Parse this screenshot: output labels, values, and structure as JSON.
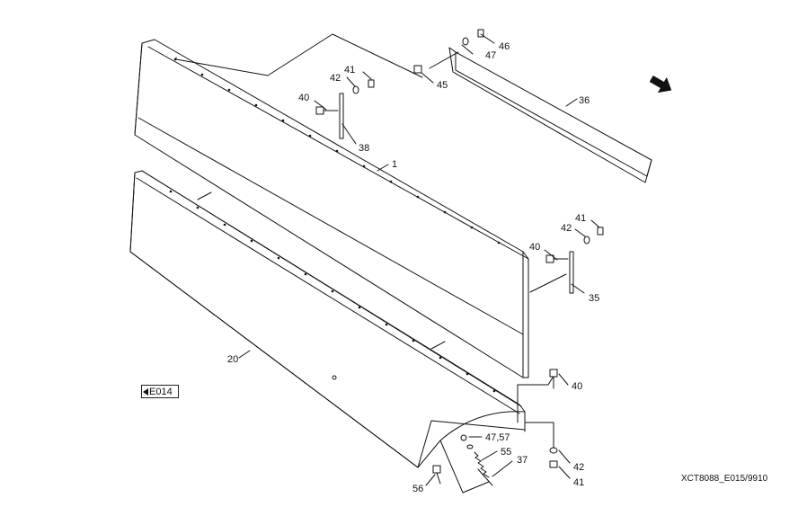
{
  "diagram": {
    "callouts": {
      "c1": "1",
      "c20": "20",
      "c35": "35",
      "c36": "36",
      "c37": "37",
      "c38": "38",
      "c40a": "40",
      "c40b": "40",
      "c40c": "40",
      "c41a": "41",
      "c41b": "41",
      "c41c": "41",
      "c42a": "42",
      "c42b": "42",
      "c42c": "42",
      "c45": "45",
      "c46": "46",
      "c47": "47",
      "c4757": "47,57",
      "c55": "55",
      "c56": "56"
    },
    "reference_box": "E014",
    "drawing_code": "XCT8088_E015/9910",
    "icons": {
      "reference_arrow": "left-triangle-arrow-icon",
      "direction_arrow": "direction-arrow-icon"
    },
    "line_color": "#111111",
    "background_color": "#ffffff"
  }
}
